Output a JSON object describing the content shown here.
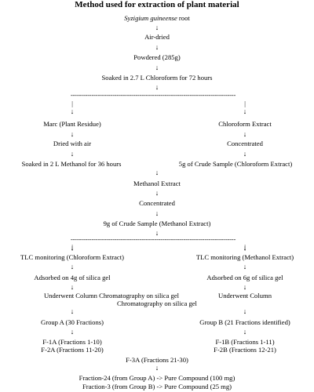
{
  "title": "Method used for extraction of plant material",
  "arrow": "↓",
  "bar": "|",
  "dash_line": "-------------------------------------------------------------------------------",
  "steps": {
    "species": "Syzigium  guineense",
    "root_word": " root",
    "air_dried": "Air-dried",
    "powdered": "Powdered (285g)",
    "soaked_chloroform": "Soaked in 2.7 L Chloroform for 72 hours",
    "marc": "Marc (Plant Residue)",
    "dried_with_air": "Dried with air",
    "soaked_methanol": "Soaked in 2 L Methanol for 36 hours",
    "chloroform_extract": "Chloroform Extract",
    "concentrated_left": "Concentrated",
    "crude_chloroform": "5g of Crude Sample (Chloroform Extract)",
    "methanol_extract": "Methanol Extract",
    "concentrated_mid": "Concentrated",
    "crude_methanol": "9g of Crude Sample (Methanol Extract)",
    "tlc_chloroform": "TLC monitoring (Chloroform Extract)",
    "tlc_methanol": "TLC monitoring (Methanol Extract)",
    "adsorbed_4g": "Adsorbed on 4g of silica gel",
    "adsorbed_6g": "Adsorbed on 6g of silica gel",
    "column_left": "Underwent Column Chromatography on silica gel",
    "column_right": "Underwent Column",
    "column_right_cont": "Chromatography on silica gel",
    "group_a": "Group A (30 Fractions)",
    "group_b": "Group B (21 Fractions identified)",
    "f1a": "F-1A (Fractions 1-10)",
    "f2a": "F-2A (Fractions 11-20)",
    "f1b": "F-1B (Fractions 1-11)",
    "f2b": "F-2B (Fractions 12-21)",
    "f3a": "F-3A (Fractions 21-30)",
    "result1": "Fraction-24 (from Group A) -> Pure Compound (100 mg)",
    "result2": "Fraction-3 (from Group B) -> Pure Compound (25 mg)"
  }
}
